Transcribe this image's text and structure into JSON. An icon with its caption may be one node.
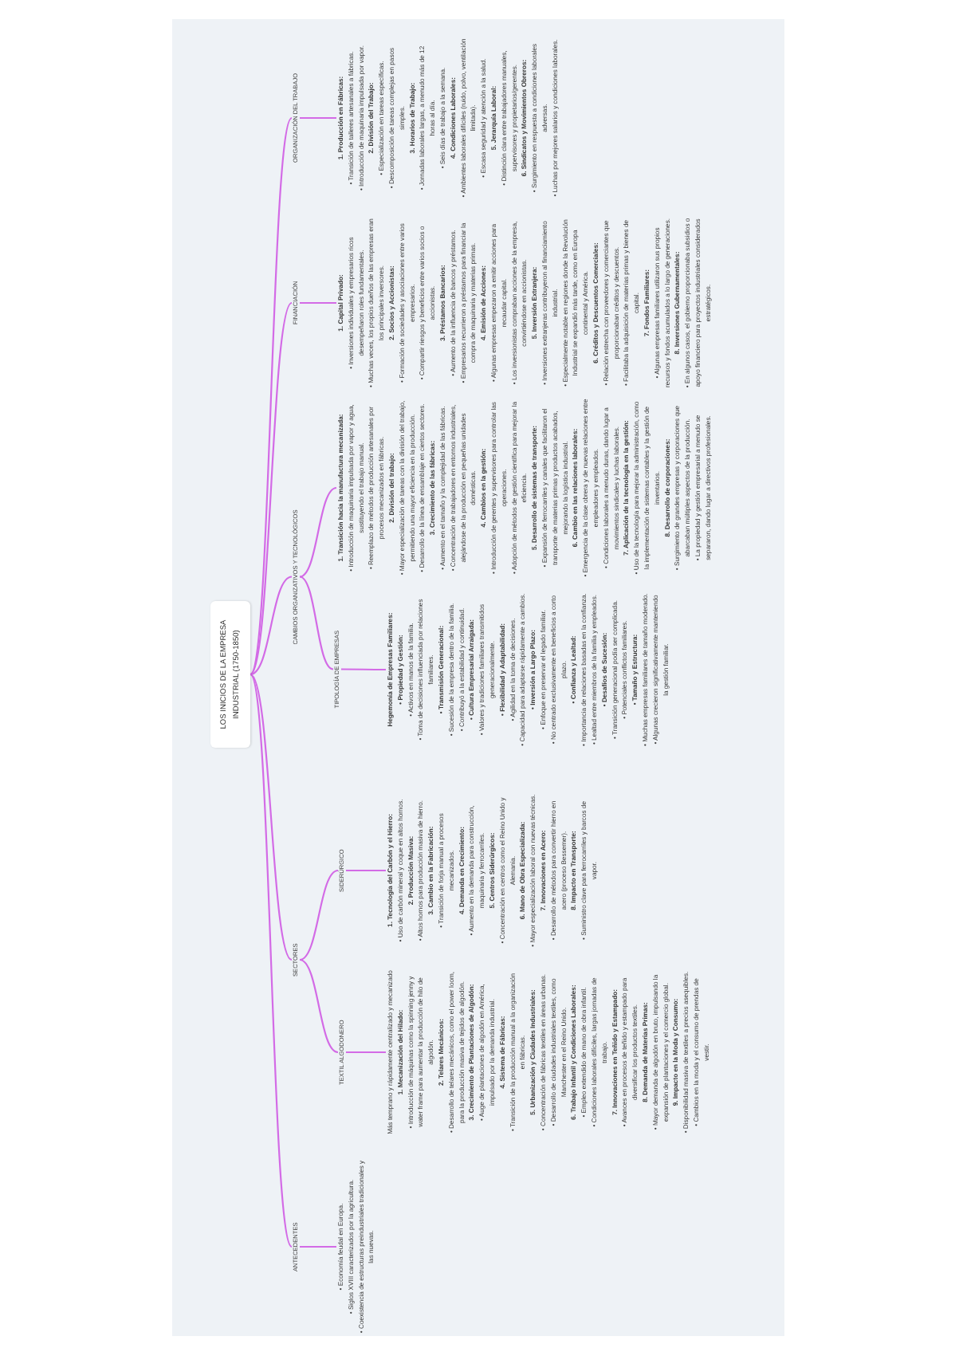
{
  "diagram": {
    "nodes": [
      {
        "text": [
          "LOS INICIOS DE LA EMPRESA INDUSTRIAL (1750-1850)"
        ]
      },
      {
        "text": [
          "ANTECEDENTES"
        ]
      },
      {
        "text": [
          "• Economía feudal en Europa.",
          "• Siglos XVIII caracterizados por la agricultura.",
          "• Coexistencia de estructuras preindustriales tradicionales y las nuevas."
        ]
      },
      {
        "text": [
          "SECTORES"
        ]
      },
      {
        "text": [
          "TEXTIL ALGODONERO"
        ]
      },
      {
        "text": [
          "Más temprano y rápidamente centralizado y mecanizado",
          "1. Mecanización del Hilado:",
          "• Introducción de máquinas como la spinning jenny y water frame para aumentar la producción de hilo de algodón.",
          "2. Telares Mecánicos:",
          "• Desarrollo de telares mecánicos, como el power loom, para la producción masiva de tejidos de algodón.",
          "3. Crecimiento de Plantaciones de Algodón:",
          "• Auge de plantaciones de algodón en América, impulsado por la demanda industrial.",
          "4. Sistema de Fábricas:",
          "• Transición de la producción manual a la organización en fábricas.",
          "5. Urbanización y Ciudades Industriales:",
          "• Concentración de fábricas textiles en áreas urbanas.",
          "• Desarrollo de ciudades industriales textiles, como Manchester en el Reino Unido.",
          "6. Trabajo Infantil y Condiciones Laborales:",
          "• Empleo extendido de mano de obra infantil.",
          "• Condiciones laborales difíciles, largas jornadas de trabajo.",
          "7. Innovaciones en Teñido y Estampado:",
          "• Avances en procesos de teñido y estampado para diversificar los productos textiles.",
          "8. Demanda de Materias Primas:",
          "• Mayor demanda de algodón en bruto, impulsando la expansión de plantaciones y el comercio global.",
          "9. Impacto en la Moda y Consumo:",
          "• Disponibilidad masiva de textiles a precios asequibles.",
          "• Cambios en la moda y el consumo de prendas de vestir."
        ]
      },
      {
        "text": [
          "SIDERÚRGICO"
        ]
      },
      {
        "text": [
          "1. Tecnología del Carbón y el Hierro:",
          "• Uso de carbón mineral y coque en altos hornos.",
          "2. Producción Masiva:",
          "• Altos hornos para producción masiva de hierro.",
          "3. Cambio en la Fabricación:",
          "• Transición de forja manual a procesos mecanizados.",
          "4. Demanda en Crecimiento:",
          "• Aumento en la demanda para construcción, maquinaria y ferrocarriles.",
          "5. Centros Siderúrgicos:",
          "• Concentración en centros como el Reino Unido y Alemania.",
          "6. Mano de Obra Especializada:",
          "• Mayor especialización laboral con nuevas técnicas.",
          "7. Innovaciones en Acero:",
          "• Desarrollo de métodos para convertir hierro en acero (proceso Bessemer).",
          "8. Impacto en Transporte:",
          "• Suministro clave para ferrocarriles y barcos de vapor."
        ]
      },
      {
        "text": [
          "CAMBIOS ORGANIZATIVOS Y TECNOLÓGICOS"
        ]
      },
      {
        "text": [
          "TIPOLOGÍA DE EMPRESAS"
        ]
      },
      {
        "text": [
          "Hegemonía de Empresas Familiares:",
          "• Propiedad y Gestión:",
          "• Activos en manos de la familia.",
          "• Toma de decisiones influenciada por relaciones familiares.",
          "• Transmisión Generacional:",
          "• Sucesión de la empresa dentro de la familia.",
          "• Contribuyó a la estabilidad y continuidad.",
          "• Cultura Empresarial Arraigada:",
          "• Valores y tradiciones familiares transmitidos generacionalmente.",
          "• Flexibilidad y Adaptabilidad:",
          "• Agilidad en la toma de decisiones.",
          "• Capacidad para adaptarse rápidamente a cambios.",
          "• Inversión a Largo Plazo:",
          "• Enfoque en preservar el legado familiar.",
          "• No centrado exclusivamente en beneficios a corto plazo.",
          "• Confianza y Lealtad:",
          "• Importancia de relaciones basadas en la confianza.",
          "• Lealtad entre miembros de la familia y empleados.",
          "• Desafíos de Sucesión:",
          "• Transición generacional podía ser complicada.",
          "• Potenciales conflictos familiares.",
          "• Tamaño y Estructura:",
          "• Muchas empresas familiares de tamaño moderado.",
          "• Algunas crecieron significativamente manteniendo la gestión familiar."
        ]
      },
      {
        "text": [
          "1. Transición hacia la manufactura mecanizada:",
          "• Introducción de maquinaria impulsada por vapor y agua, sustituyendo el trabajo manual.",
          "• Reemplazo de métodos de producción artesanales por procesos mecanizados en fábricas.",
          "2. División del trabajo:",
          "• Mayor especialización de tareas con la división del trabajo, permitiendo una mayor eficiencia en la producción.",
          "• Desarrollo de la línea de ensamblaje en ciertos sectores.",
          "3. Crecimiento de las fábricas:",
          "• Aumento en el tamaño y la complejidad de las fábricas.",
          "• Concentración de trabajadores en entornos industriales, alejándose de la producción en pequeñas unidades domésticas.",
          "4. Cambios en la gestión:",
          "• Introducción de gerentes y supervisores para controlar las operaciones.",
          "• Adopción de métodos de gestión científica para mejorar la eficiencia.",
          "5. Desarrollo de sistemas de transporte:",
          "• Expansión de ferrocarriles y canales que facilitaron el transporte de materias primas y productos acabados, mejorando la logística industrial.",
          "6. Cambio en las relaciones laborales:",
          "• Emergencia de la clase obrera y de nuevas relaciones entre empleadores y empleados.",
          "• Condiciones laborales a menudo duras, dando lugar a movimientos sindicales y luchas laborales.",
          "7. Aplicación de la tecnología en la gestión:",
          "• Uso de la tecnología para mejorar la administración, como la implementación de sistemas contables y la gestión de inventarios.",
          "8. Desarrollo de corporaciones:",
          "• Surgimiento de grandes empresas y corporaciones que abarcaban múltiples aspectos de la producción.",
          "• La propiedad y gestión empresarial a menudo se separaron, dando lugar a directivos profesionales."
        ]
      },
      {
        "text": [
          "FINANCIACIÓN"
        ]
      },
      {
        "text": [
          "1. Capital Privado:",
          "• Inversiones individuales y empresarios ricos desempeñaron roles fundamentales.",
          "• Muchas veces, los propios dueños de las empresas eran los principales inversores.",
          "2. Socios y Accionistas:",
          "• Formación de sociedades y asociaciones entre varios empresarios.",
          "• Compartir riesgos y beneficios entre varios socios o accionistas.",
          "3. Préstamos Bancarios:",
          "• Aumento de la influencia de bancos y préstamos.",
          "• Empresarios recurrieron a préstamos para financiar la compra de maquinaria y materias primas.",
          "4. Emisión de Acciones:",
          "• Algunas empresas empezaron a emitir acciones para recaudar capital.",
          "• Los inversionistas compraban acciones de la empresa, convirtiéndose en accionistas.",
          "5. Inversión Extranjera:",
          "• Inversiones extranjeras contribuyeron al financiamiento industrial.",
          "• Especialmente notable en regiones donde la Revolución Industrial se expandió más tarde, como en Europa continental y América.",
          "6. Créditos y Descuentos Comerciales:",
          "• Relación estrecha con proveedores y comerciantes que proporcionaban créditos y descuentos.",
          "• Facilitaba la adquisición de materias primas y bienes de capital.",
          "7. Fondos Familiares:",
          "• Algunas empresas familiares utilizaron sus propios recursos y fondos acumulados a lo largo de generaciones.",
          "8. Inversiones Gubernamentales:",
          "• En algunos casos, el gobierno proporcionaba subsidios o apoyo financiero para proyectos industriales considerados estratégicos."
        ]
      },
      {
        "text": [
          "ORGANIZACIÓN DEL TRABAJO"
        ]
      },
      {
        "text": [
          "1. Producción en Fábricas:",
          "• Transición de talleres artesanales a fábricas.",
          "• Introducción de maquinaria impulsada por vapor.",
          "2. División del Trabajo:",
          "• Especialización en tareas específicas.",
          "• Descomposición de tareas complejas en pasos simples.",
          "3. Horarios de Trabajo:",
          "• Jornadas laborales largas, a menudo más de 12 horas al día.",
          "• Seis días de trabajo a la semana.",
          "4. Condiciones Laborales:",
          "• Ambientes laborales difíciles (ruido, polvo, ventilación limitada).",
          "• Escasa seguridad y atención a la salud.",
          "5. Jerarquía Laboral:",
          "• Distinción clara entre trabajadores manuales, supervisores y propietarios/gerentes.",
          "6. Sindicatos y Movimientos Obreros:",
          "• Surgimiento en respuesta a condiciones laborales adversas.",
          "• Luchas por mejores salarios y condiciones laborales."
        ]
      }
    ],
    "edges": [
      {
        "from": 0,
        "to": 1,
        "arrow": "none"
      },
      {
        "from": 1,
        "to": 2,
        "arrow": "none"
      },
      {
        "from": 0,
        "to": 3,
        "arrow": "none"
      },
      {
        "from": 3,
        "to": 4,
        "arrow": "none"
      },
      {
        "from": 4,
        "to": 5,
        "arrow": "none"
      },
      {
        "from": 3,
        "to": 6,
        "arrow": "none"
      },
      {
        "from": 6,
        "to": 7,
        "arrow": "none"
      },
      {
        "from": 0,
        "to": 8,
        "arrow": "none"
      },
      {
        "from": 8,
        "to": 9,
        "arrow": "none"
      },
      {
        "from": 9,
        "to": 10,
        "arrow": "none"
      },
      {
        "from": 8,
        "to": 11,
        "arrow": "none"
      },
      {
        "from": 0,
        "to": 12,
        "arrow": "none"
      },
      {
        "from": 12,
        "to": 13,
        "arrow": "none"
      },
      {
        "from": 0,
        "to": 14,
        "arrow": "none"
      },
      {
        "from": 14,
        "to": 15,
        "arrow": "none"
      }
    ]
  }
}
